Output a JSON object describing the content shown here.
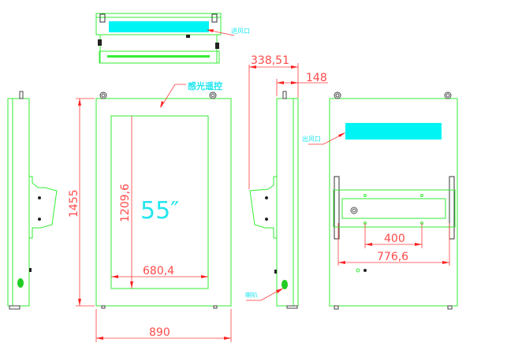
{
  "labels": {
    "intake_vent": "进风口",
    "light_sensor_remote": "感光遥控",
    "outlet_vent": "出风口",
    "speaker": "喇叭",
    "screen_size": "55″"
  },
  "dimensions": {
    "height": "1455",
    "screen_height": "1209,6",
    "screen_width": "680,4",
    "width": "890",
    "depth_total": "338,51",
    "depth_body": "148",
    "mount_hole_spacing": "400",
    "mount_rail_spacing": "776,6"
  },
  "colors": {
    "outline": "#33ee33",
    "dimension": "#ff3b3b",
    "annotation": "#22e6f0"
  }
}
